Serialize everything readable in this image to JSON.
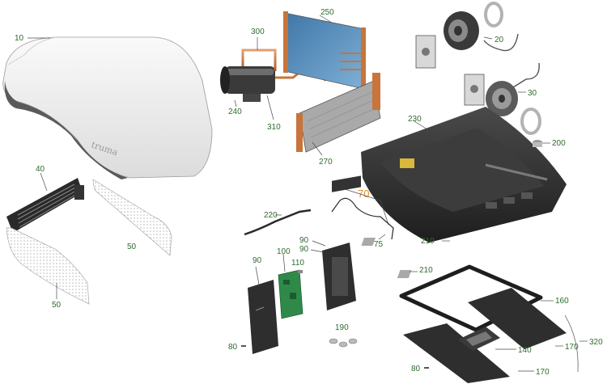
{
  "diagram": {
    "brand_text": "truma",
    "colors": {
      "label_text": "#2f6b2f",
      "accent_label": "#e08a2a",
      "copper": "#c8743a",
      "coil_blue": "#4f86b5",
      "dark_part": "#2e2e2e",
      "pcb_green": "#2f8a4a",
      "shell_white": "#f2f2f2"
    },
    "labels": {
      "p10": "10",
      "p20": "20",
      "p30": "30",
      "p40": "40",
      "p50a": "50",
      "p50b": "50",
      "p70": "70",
      "p75": "75",
      "p80a": "80",
      "p80b": "80",
      "p90a": "90",
      "p90b": "90",
      "p90c": "90",
      "p100": "100",
      "p110": "110",
      "p140": "140",
      "p160": "160",
      "p170a": "170",
      "p170b": "170",
      "p190": "190",
      "p200": "200",
      "p210a": "210",
      "p210b": "210",
      "p220": "220",
      "p230": "230",
      "p240": "240",
      "p250": "250",
      "p270": "270",
      "p300": "300",
      "p310": "310",
      "p320": "320"
    }
  }
}
